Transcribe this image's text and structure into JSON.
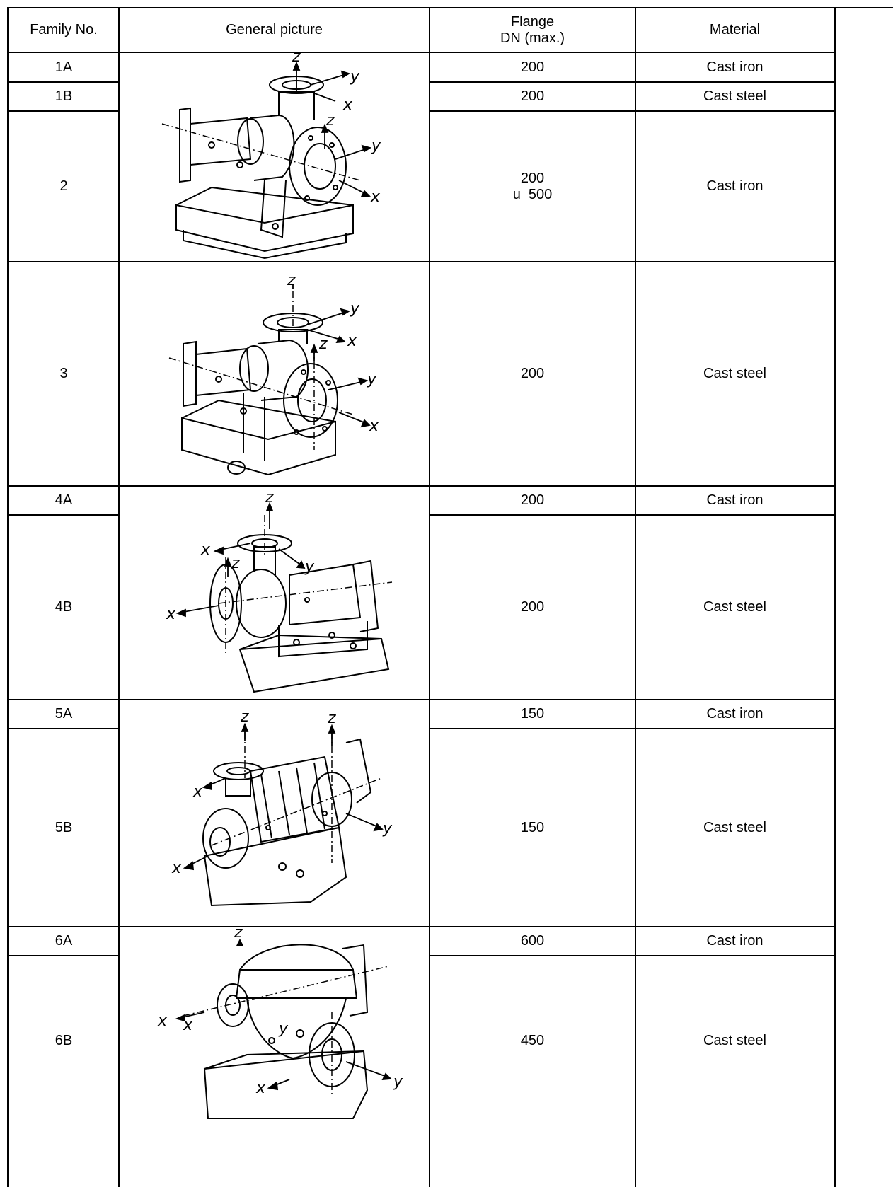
{
  "header": {
    "family_no": "Family No.",
    "general_picture": "General picture",
    "flange_line1": "Flange",
    "flange_line2": "DN (max.)",
    "material": "Material"
  },
  "rows": [
    {
      "family": "1A",
      "flange": "200",
      "material": "Cast iron"
    },
    {
      "family": "1B",
      "flange": "200",
      "material": "Cast steel"
    },
    {
      "family": "2",
      "flange_line1": "200",
      "flange_line2": "u  500",
      "material": "Cast iron"
    },
    {
      "family": "3",
      "flange": "200",
      "material": "Cast steel"
    },
    {
      "family": "4A",
      "flange": "200",
      "material": "Cast iron"
    },
    {
      "family": "4B",
      "flange": "200",
      "material": "Cast steel"
    },
    {
      "family": "5A",
      "flange": "150",
      "material": "Cast iron"
    },
    {
      "family": "5B",
      "flange": "150",
      "material": "Cast steel"
    },
    {
      "family": "6A",
      "flange": "600",
      "material": "Cast iron"
    },
    {
      "family": "6B",
      "flange": "450",
      "material": "Cast steel"
    }
  ],
  "pictures": [
    {
      "name": "pump-picture-1-2",
      "axes": [
        "z",
        "y",
        "x",
        "z",
        "y",
        "x"
      ]
    },
    {
      "name": "pump-picture-3",
      "axes": [
        "z",
        "y",
        "z",
        "x",
        "y",
        "x"
      ]
    },
    {
      "name": "pump-picture-4",
      "axes": [
        "z",
        "x",
        "z",
        "y",
        "x"
      ]
    },
    {
      "name": "pump-picture-5",
      "axes": [
        "z",
        "z",
        "x",
        "y",
        "x"
      ]
    },
    {
      "name": "pump-picture-6",
      "axes": [
        "z",
        "x",
        "x",
        "y",
        "x",
        "y"
      ]
    }
  ]
}
